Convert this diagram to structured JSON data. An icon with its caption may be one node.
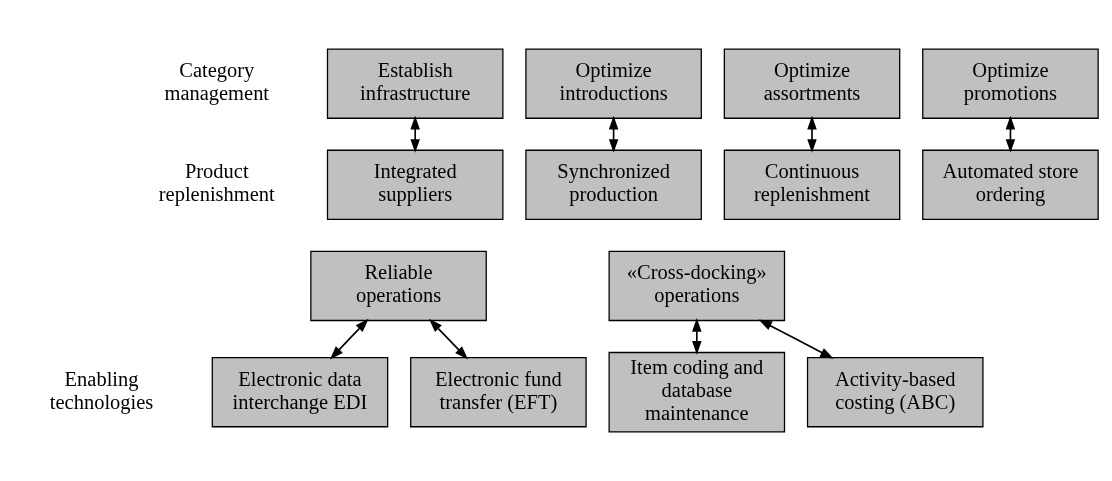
{
  "diagram": {
    "nodes": [
      {
        "text": [
          "Establish infrastructure"
        ]
      },
      {
        "text": [
          "Optimize introductions"
        ]
      },
      {
        "text": [
          "Optimize assortments"
        ]
      },
      {
        "text": [
          "Optimize promotions"
        ]
      },
      {
        "text": [
          "Integrated suppliers"
        ]
      },
      {
        "text": [
          "Synchronized production"
        ]
      },
      {
        "text": [
          "Continuous replenishment"
        ]
      },
      {
        "text": [
          "Automated store ordering"
        ]
      },
      {
        "text": [
          "Reliable operations"
        ]
      },
      {
        "text": [
          "«Cross-docking» operations"
        ]
      },
      {
        "text": [
          "Electronic data interchange EDI"
        ]
      },
      {
        "text": [
          "Electronic fund transfer (EFT)"
        ]
      },
      {
        "text": [
          "Item coding and database maintenance"
        ]
      },
      {
        "text": [
          "Activity-based costing (ABC)"
        ]
      }
    ],
    "edges": [
      {
        "from": 0,
        "to": 4,
        "arrow": "both"
      },
      {
        "from": 1,
        "to": 5,
        "arrow": "both"
      },
      {
        "from": 2,
        "to": 6,
        "arrow": "both"
      },
      {
        "from": 3,
        "to": 7,
        "arrow": "both"
      },
      {
        "from": 8,
        "to": 10,
        "arrow": "both"
      },
      {
        "from": 8,
        "to": 11,
        "arrow": "both"
      },
      {
        "from": 9,
        "to": 12,
        "arrow": "both"
      },
      {
        "from": 9,
        "to": 13,
        "arrow": "both"
      }
    ],
    "labels": [
      "Category management",
      "Product replenishment",
      "Enabling technologies"
    ]
  }
}
